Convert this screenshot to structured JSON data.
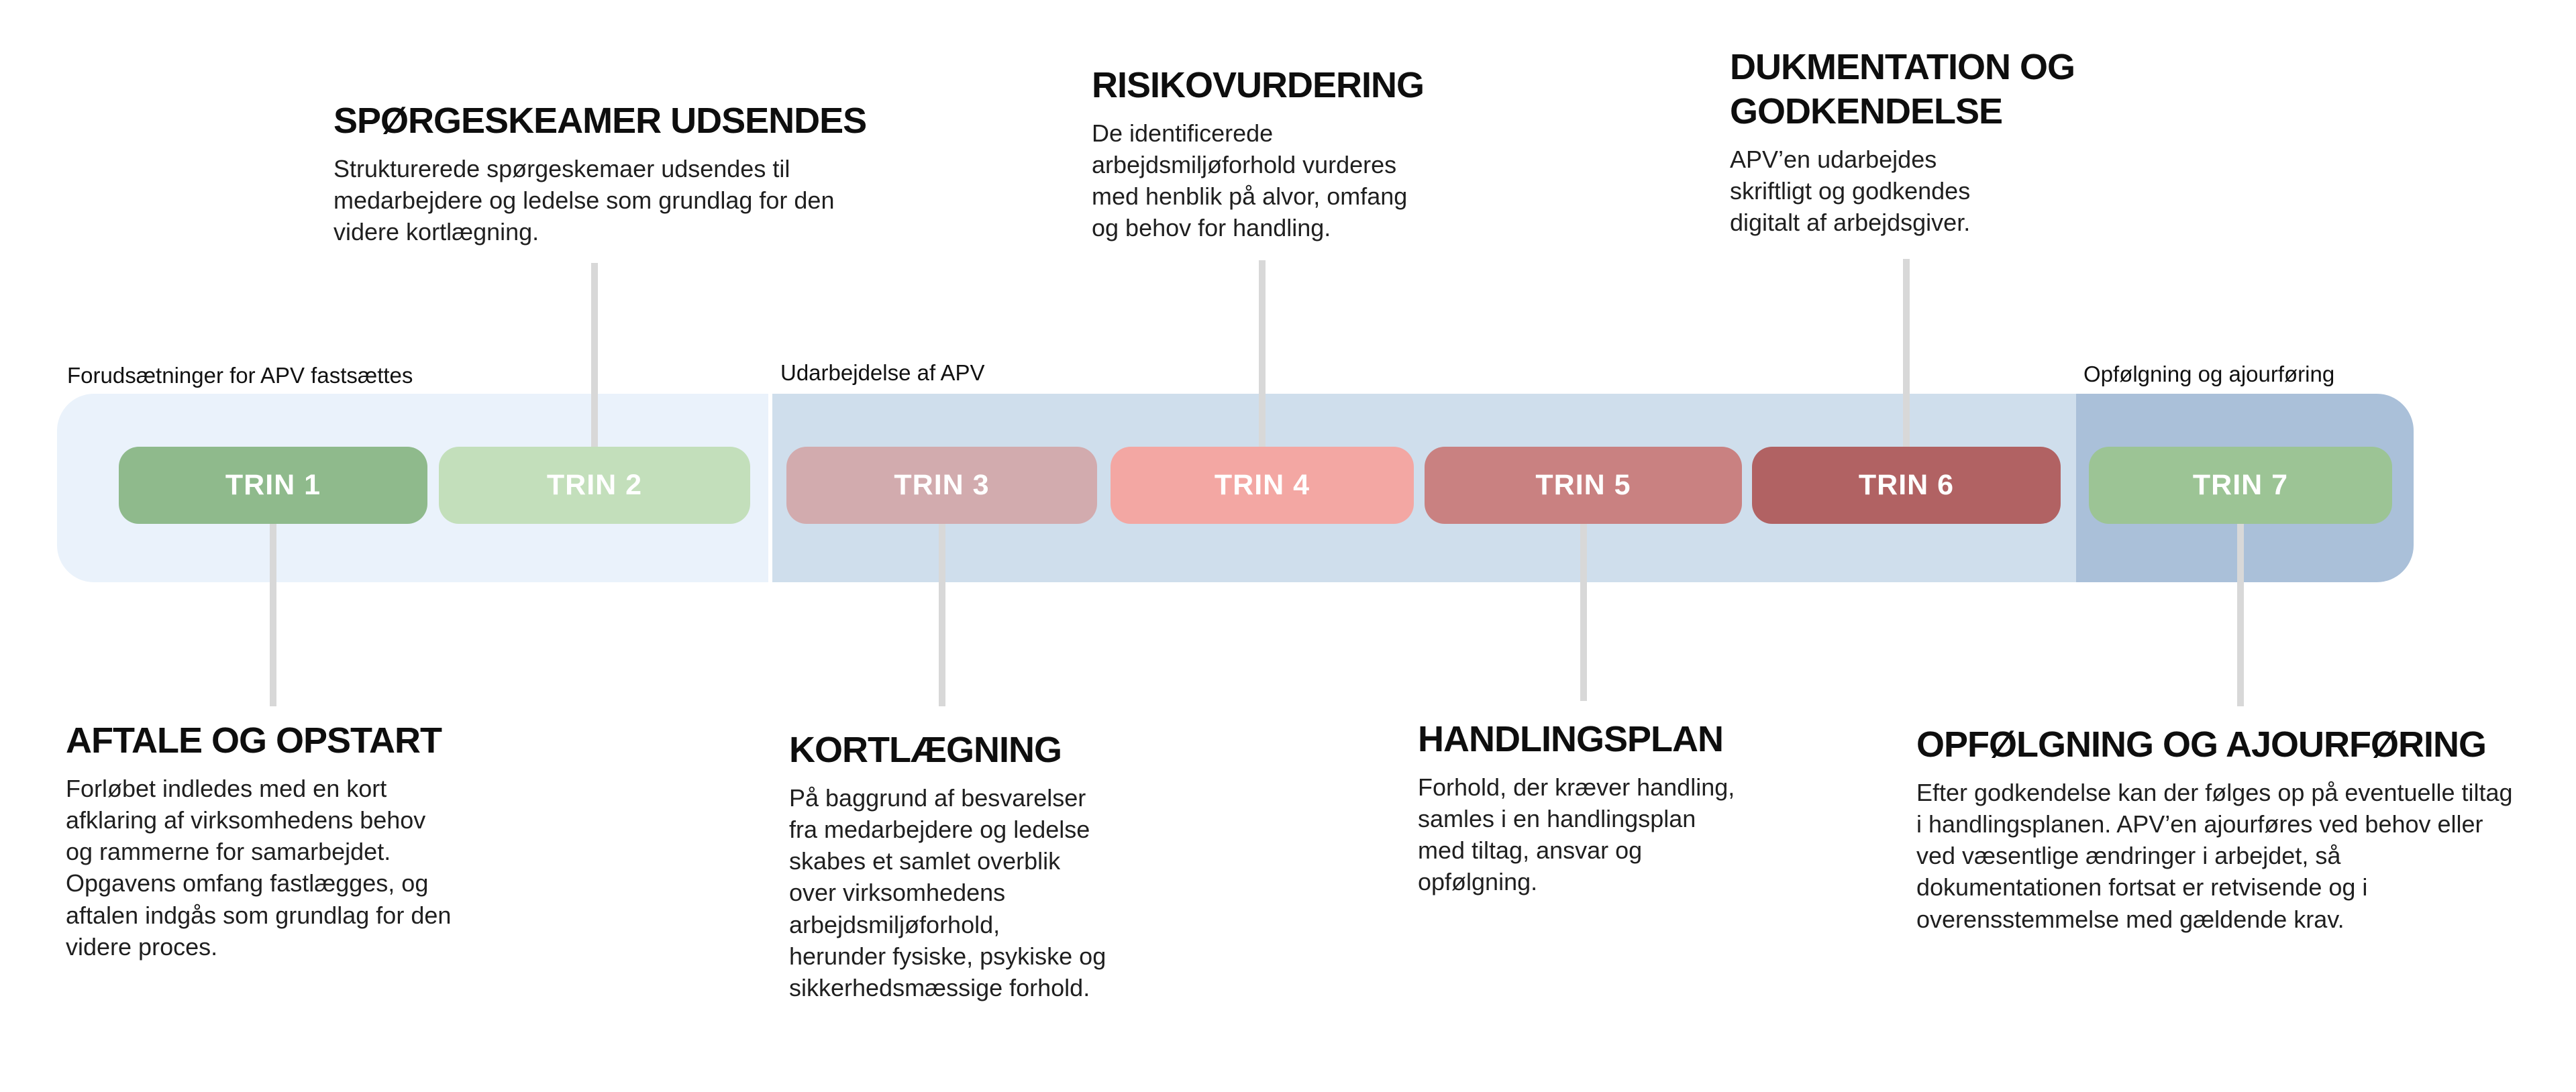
{
  "diagram": {
    "phases": [
      {
        "label": "Forudsætninger for APV fastsættes",
        "color": "#eaf2fb"
      },
      {
        "label": "Udarbejdelse af APV",
        "color": "#cfdeec"
      },
      {
        "label": "Opfølgning og ajourføring",
        "color": "#aac0d9"
      }
    ],
    "steps": [
      {
        "label": "TRIN 1",
        "color": "#8fba8c",
        "title": "AFTALE OG OPSTART",
        "description": "Forløbet indledes med en kort\nafklaring af virksomhedens behov\nog rammerne for samarbejdet.\nOpgavens omfang fastlægges, og\naftalen indgås som grundlag for den\nvidere proces."
      },
      {
        "label": "TRIN 2",
        "color": "#c3dfbb",
        "title": "SPØRGESKEAMER UDSENDES",
        "description": "Strukturerede spørgeskemaer udsendes til\nmedarbejdere og ledelse som grundlag for den\nvidere kortlægning."
      },
      {
        "label": "TRIN 3",
        "color": "#d2abae",
        "title": "KORTLÆGNING",
        "description": "På baggrund af besvarelser\nfra medarbejdere og ledelse\nskabes et samlet overblik\nover virksomhedens\narbejdsmiljøforhold,\nherunder fysiske, psykiske og\nsikkerhedsmæssige forhold."
      },
      {
        "label": "TRIN 4",
        "color": "#f3a7a3",
        "title": "RISIKOVURDERING",
        "description": "De identificerede\narbejdsmiljøforhold vurderes\nmed henblik på alvor, omfang\nog behov for handling."
      },
      {
        "label": "TRIN 5",
        "color": "#c98181",
        "title": "HANDLINGSPLAN",
        "description": "Forhold, der kræver handling,\nsamles i en handlingsplan\nmed tiltag, ansvar og\nopfølgning."
      },
      {
        "label": "TRIN 6",
        "color": "#b16263",
        "title": "DUKMENTATION OG\nGODKENDELSE",
        "description": "APV’en udarbejdes\nskriftligt og godkendes\ndigitalt af arbejdsgiver."
      },
      {
        "label": "TRIN 7",
        "color": "#9cc495",
        "title": "OPFØLGNING OG AJOURFØRING",
        "description": "Efter godkendelse kan der følges op på eventuelle tiltag\ni handlingsplanen. APV’en ajourføres ved behov eller\nved væsentlige ændringer i arbejdet, så\ndokumentationen fortsat er retvisende og i\noverensstemmelse med gældende krav."
      }
    ],
    "colors": {
      "connector": "#d8d8d8"
    }
  }
}
